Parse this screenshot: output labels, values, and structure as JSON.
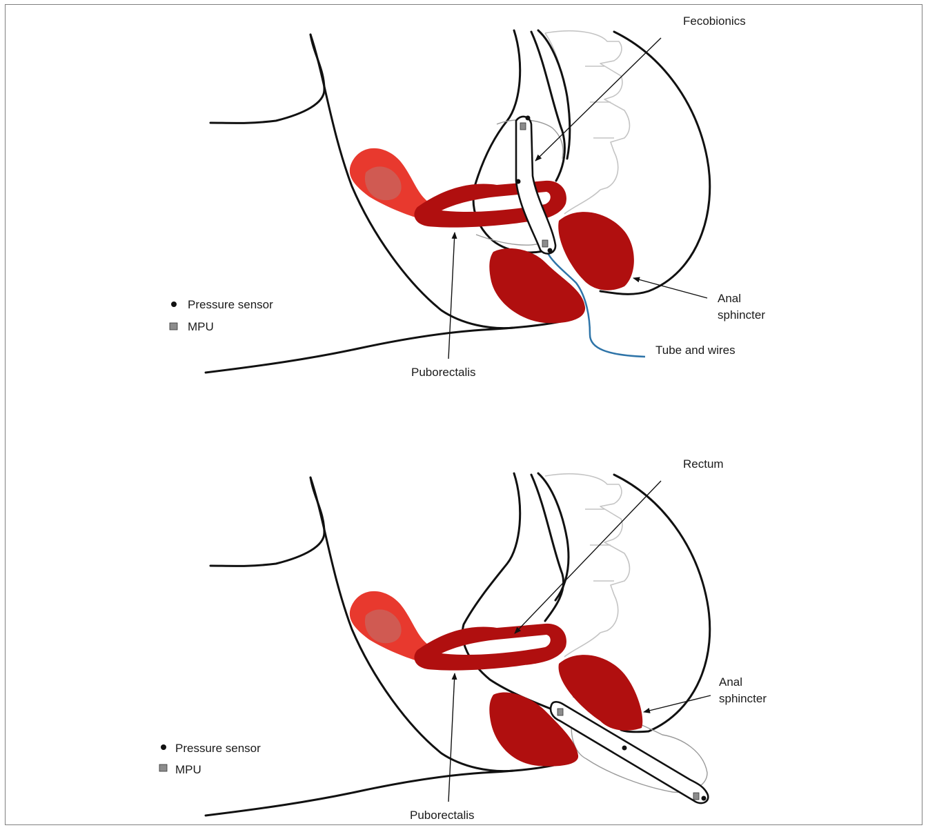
{
  "top_panel": {
    "labels": {
      "device": "Fecobionics",
      "sphincter_line1": "Anal",
      "sphincter_line2": "sphincter",
      "tube": "Tube and wires",
      "puborectalis": "Puborectalis"
    },
    "legend": {
      "pressure_sensor": "Pressure sensor",
      "mpu": "MPU"
    }
  },
  "bottom_panel": {
    "labels": {
      "rectum": "Rectum",
      "sphincter_line1": "Anal",
      "sphincter_line2": "sphincter",
      "puborectalis": "Puborectalis"
    },
    "legend": {
      "pressure_sensor": "Pressure sensor",
      "mpu": "MPU"
    }
  },
  "colors": {
    "muscle": "#b00f0f",
    "bladder": "#e8392e",
    "bladder_inner": "#d05a52",
    "tube": "#2e74a8",
    "outline": "#111111",
    "bone": "#c4c4c4",
    "mpu": "#8c8c8c"
  }
}
